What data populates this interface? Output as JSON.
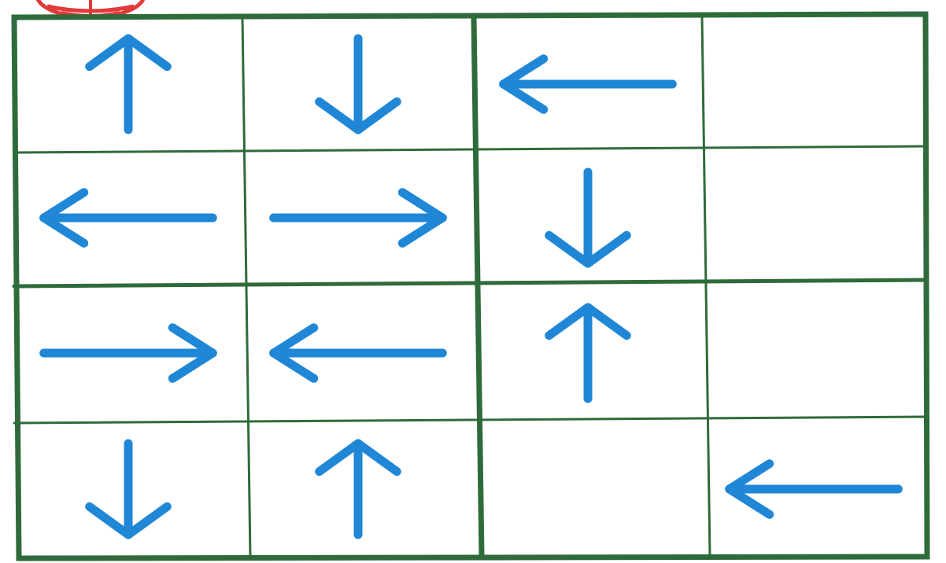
{
  "colors": {
    "grid_line": "#2f6b3a",
    "arrow": "#1f87d6",
    "corner_mark": "#e23a3a",
    "background": "#ffffff"
  },
  "board": {
    "rows": 4,
    "cols": 4,
    "cells": [
      [
        "up",
        "down",
        "left",
        ""
      ],
      [
        "left",
        "right",
        "down",
        ""
      ],
      [
        "right",
        "left",
        "up",
        ""
      ],
      [
        "down",
        "up",
        "",
        "left"
      ]
    ]
  },
  "corner_mark": {
    "icon": "red-striped-ball-icon"
  }
}
